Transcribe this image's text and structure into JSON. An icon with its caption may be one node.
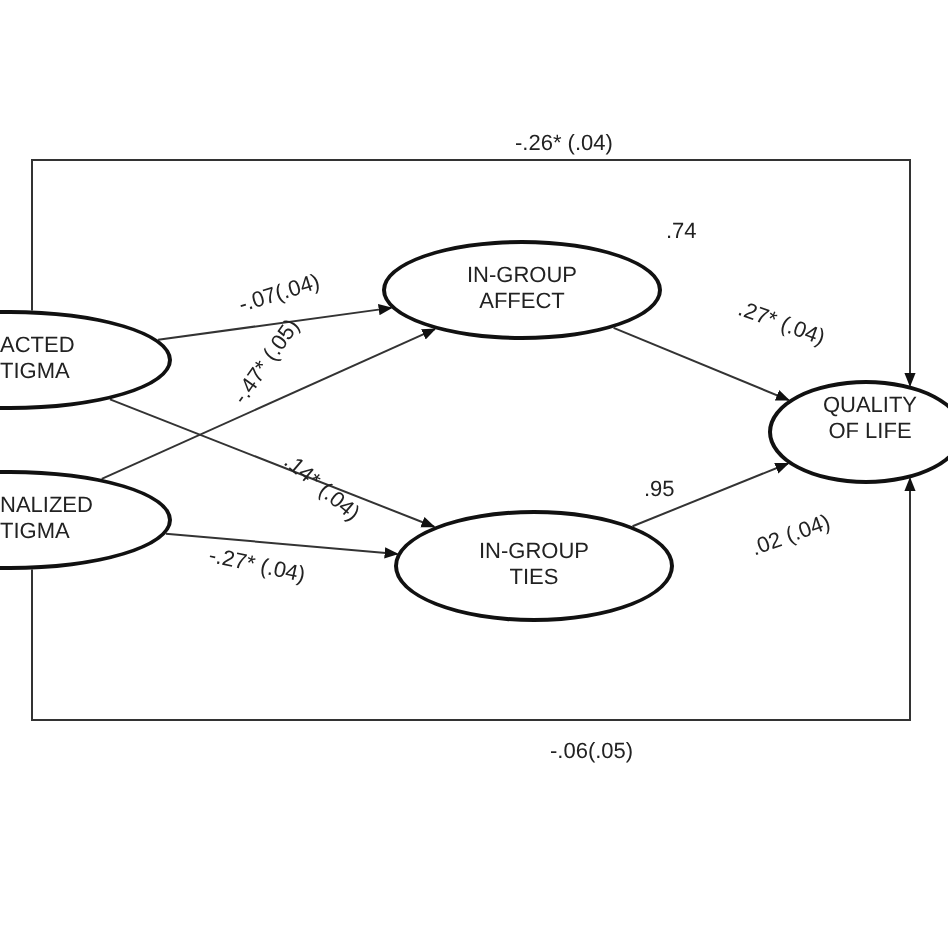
{
  "diagram": {
    "nodes": [
      {
        "text": [
          "ACTED TIGMA"
        ]
      },
      {
        "text": [
          "NALIZED TIGMA"
        ]
      },
      {
        "text": [
          "IN-GROUP AFFECT"
        ],
        "beside": [
          ".74"
        ]
      },
      {
        "text": [
          "IN-GROUP TIES"
        ],
        "beside": [
          ".95"
        ]
      },
      {
        "text": [
          "QUALITY OF LIFE"
        ]
      }
    ],
    "edges": [
      {
        "from": 0,
        "to": 2,
        "arrow": "to",
        "label": "-.07(.04)"
      },
      {
        "from": 0,
        "to": 3,
        "arrow": "to",
        "label": ".14* (.04)"
      },
      {
        "from": 1,
        "to": 2,
        "arrow": "to",
        "label": "-.47* (.05)"
      },
      {
        "from": 1,
        "to": 3,
        "arrow": "to",
        "label": "-.27* (.04)"
      },
      {
        "from": 2,
        "to": 4,
        "arrow": "to",
        "label": ".27* (.04)"
      },
      {
        "from": 3,
        "to": 4,
        "arrow": "to",
        "label": ".02 (.04)"
      },
      {
        "from": 0,
        "to": 4,
        "arrow": "to",
        "label": "-.26* (.04)"
      },
      {
        "from": 1,
        "to": 4,
        "arrow": "to",
        "label": "-.06(.05)"
      }
    ]
  }
}
